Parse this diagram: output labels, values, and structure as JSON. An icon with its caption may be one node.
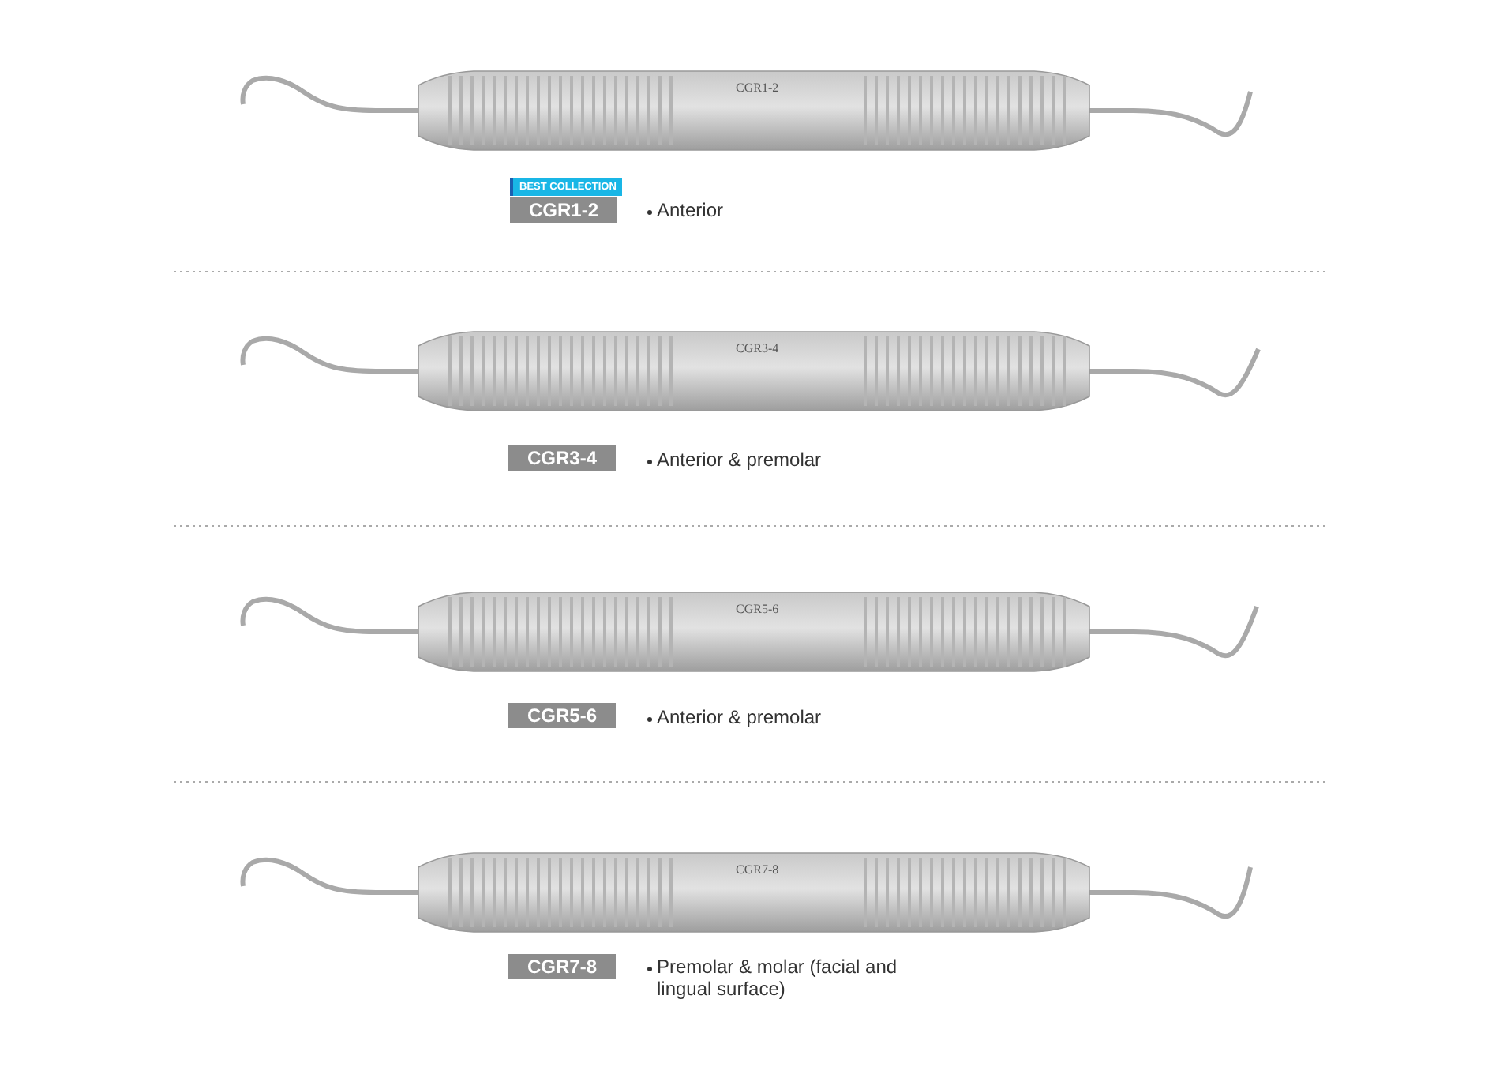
{
  "diagram": {
    "nodes": [
      {
        "text": [
          "CGR1-2"
        ],
        "beside": [
          "BEST COLLECTION"
        ]
      },
      {
        "text": [
          "CGR3-4"
        ]
      },
      {
        "text": [
          "CGR5-6"
        ]
      },
      {
        "text": [
          "CGR7-8"
        ]
      }
    ],
    "labels": [
      "CGR1-2",
      "Anterior",
      "CGR3-4",
      "Anterior & premolar",
      "CGR5-6",
      "Anterior & premolar",
      "CGR7-8",
      "Premolar & molar (facial and lingual surface)"
    ]
  }
}
